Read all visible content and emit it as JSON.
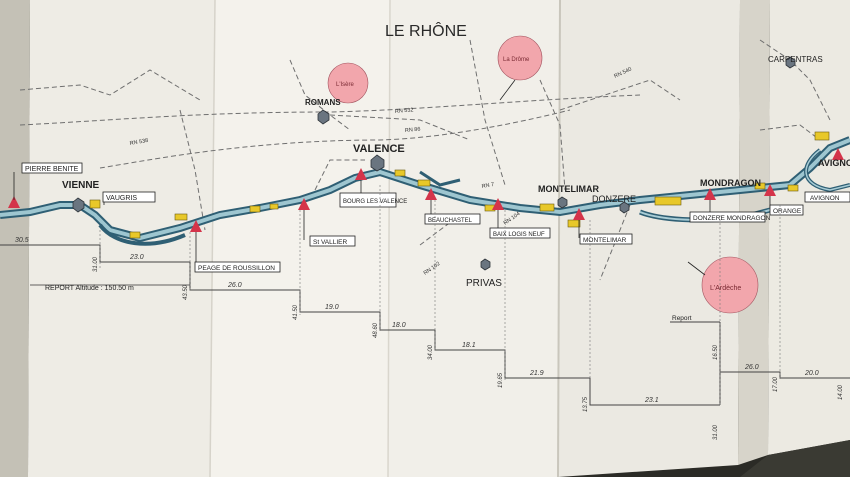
{
  "map": {
    "title": "LE RHÔNE",
    "cities": {
      "vienne": "VIENNE",
      "romans": "ROMANS",
      "valence": "VALENCE",
      "privas": "PRIVAS",
      "montelimar": "MONTELIMAR",
      "donzere": "DONZERE",
      "mondragon": "MONDRAGON",
      "carpentras": "CARPENTRAS",
      "avignon_partial": "AVIGNO"
    },
    "rivers": {
      "isere": "L'Isère",
      "drome": "La Drôme",
      "ardeche": "L'Ardèche"
    },
    "dams": {
      "pierre_benite": "PIERRE BENITE",
      "vaugris": "VAUGRIS",
      "peage": "PEAGE DE ROUSSILLON",
      "st_vallier": "St VALLIER",
      "bourg": "BOURG LES VALENCE",
      "beauchastel": "BEAUCHASTEL",
      "baix": "BAIX LOGIS NEUF",
      "montelimar_dam": "MONTELIMAR",
      "donzere_mondragon": "DONZERE MONDRAGON",
      "orange": "ORANGE",
      "avignon": "AVIGNON"
    },
    "road_labels": {
      "rn538": "RN 538",
      "rn532": "RN 532",
      "rn86": "RN 86",
      "rn7": "RN 7",
      "rn102": "RN 102",
      "rn104": "RN 104",
      "rn540": "RN 540"
    },
    "profile": {
      "report_altitude": "REPORT Altitude : 150.50 m",
      "report_short": "Report",
      "drops": [
        "30.5",
        "23.0",
        "26.0",
        "19.0",
        "18.0",
        "18.1",
        "21.9",
        "23.1",
        "26.0",
        "20.0"
      ],
      "elevations": [
        "31.00",
        "43.50",
        "41.50",
        "48.60",
        "34.00",
        "19.65",
        "13.75",
        "31.00",
        "16.50",
        "17.00",
        "14.00"
      ]
    }
  }
}
